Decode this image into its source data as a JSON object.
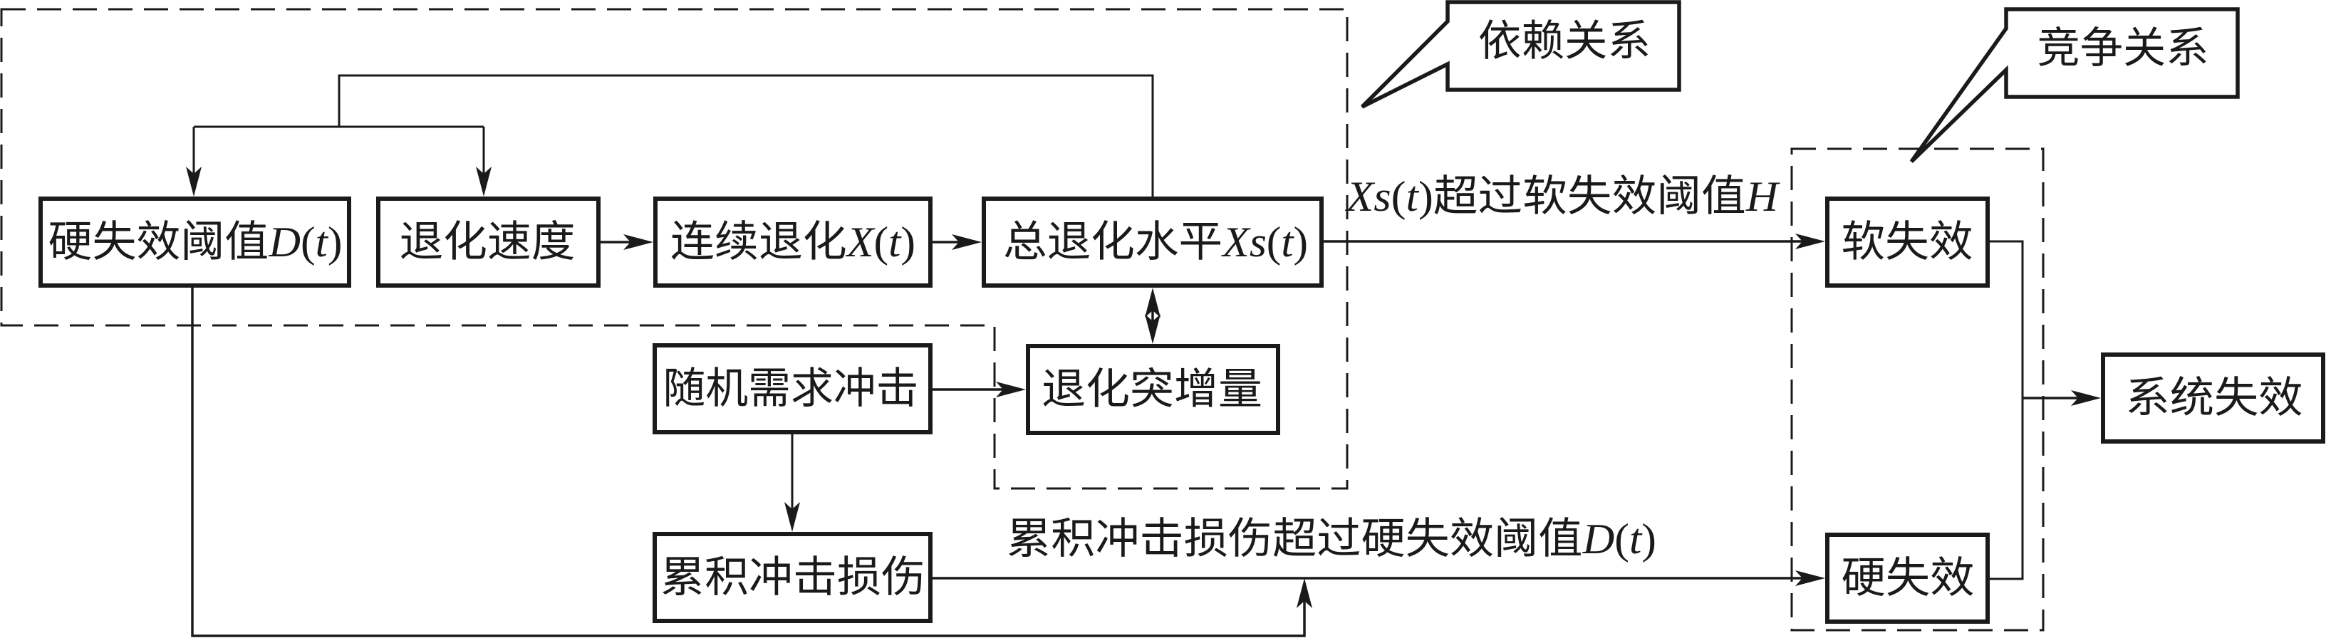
{
  "colors": {
    "ink": "#1a1a1a",
    "background": "#ffffff"
  },
  "callouts": {
    "dependency": {
      "label": "依赖关系"
    },
    "competition": {
      "label": "竞争关系"
    }
  },
  "groups": {
    "dependency": {
      "callout": "dependency",
      "members": [
        "hard_failure_threshold",
        "degradation_rate",
        "continuous_degradation",
        "total_degradation_level",
        "degradation_jump"
      ]
    },
    "competition": {
      "callout": "competition",
      "members": [
        "soft_failure",
        "hard_failure"
      ]
    }
  },
  "nodes": {
    "hard_failure_threshold": {
      "segments": [
        "硬失效阈值",
        "D",
        "(",
        "t",
        ")"
      ]
    },
    "degradation_rate": {
      "label": "退化速度"
    },
    "continuous_degradation": {
      "segments": [
        "连续退化",
        "X",
        "(",
        "t",
        ")"
      ]
    },
    "total_degradation_level": {
      "segments": [
        "总退化水平",
        "Xs",
        "(",
        "t",
        ")"
      ]
    },
    "degradation_jump": {
      "label": "退化突增量"
    },
    "random_demand_shock": {
      "label": "随机需求冲击"
    },
    "cumulative_shock_damage": {
      "label": "累积冲击损伤"
    },
    "soft_failure": {
      "label": "软失效"
    },
    "hard_failure": {
      "label": "硬失效"
    },
    "system_failure": {
      "label": "系统失效"
    }
  },
  "edge_labels": {
    "soft_condition": {
      "segments": [
        "Xs",
        "(",
        "t",
        ")",
        "超过软失效阈值",
        "H"
      ]
    },
    "hard_condition": {
      "segments": [
        "累积冲击损伤超过硬失效阈值",
        "D",
        "(",
        "t",
        ")"
      ]
    }
  },
  "edges": [
    {
      "from": "total_degradation_level",
      "to": [
        "hard_failure_threshold",
        "degradation_rate"
      ],
      "kind": "feedback"
    },
    {
      "from": "degradation_rate",
      "to": "continuous_degradation"
    },
    {
      "from": "continuous_degradation",
      "to": "total_degradation_level"
    },
    {
      "from": "total_degradation_level",
      "to": "soft_failure",
      "label": "soft_condition"
    },
    {
      "from": "total_degradation_level",
      "to": "degradation_jump",
      "bidirectional": true
    },
    {
      "from": "random_demand_shock",
      "to": "degradation_jump"
    },
    {
      "from": "random_demand_shock",
      "to": "cumulative_shock_damage"
    },
    {
      "from": "cumulative_shock_damage",
      "to": "hard_failure",
      "label": "hard_condition"
    },
    {
      "from": "hard_failure_threshold",
      "to": "hard_failure",
      "joins": "hard_condition"
    },
    {
      "from": [
        "soft_failure",
        "hard_failure"
      ],
      "to": "system_failure"
    }
  ]
}
